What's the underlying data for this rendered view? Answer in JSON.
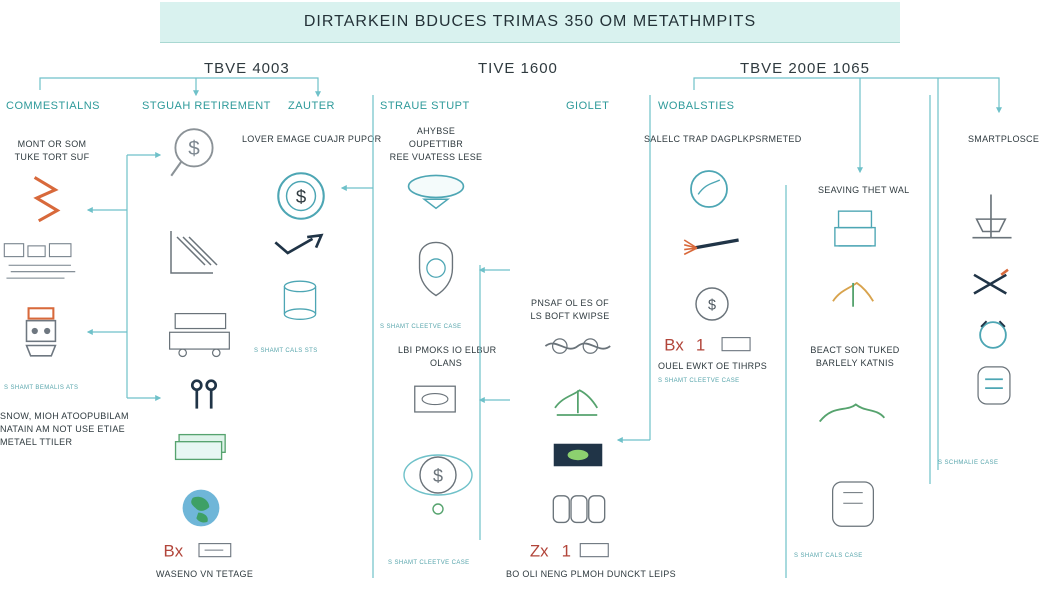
{
  "title": "DIRTARKEIN BDUCES TRIMAS 350 OM METATHMPITS",
  "headers": {
    "left": "TBVE 4003",
    "middle": "TIVE 1600",
    "right": "TBVE 200E 1065"
  },
  "subcolumns": [
    "COMMESTIALNS",
    "STGUAH RETIREMENT",
    "ZAUTER",
    "STRAUE STUPT",
    "GIOLET",
    "WOBALSTIES"
  ],
  "labels": {
    "left_top": [
      "MONT OR SOM",
      "TUKE TORT SUF"
    ],
    "left_bottom": [
      "SNOW, MIOH ATOOPUBILAM",
      "NATAIN AM NOT USE ETIAE",
      "METAEL TTILER"
    ],
    "left_small": "S SHAMT BEMALIS ATS",
    "middle_top": "LOVER EMAGE CUAJR PUPOR",
    "mid_small_1": "S SHAMT CALS STS",
    "middle_note": [
      "AHYBSE",
      "OUPETTIBR",
      "REE VUATESS LESE"
    ],
    "mid_small_2": "S SHAMT CLEETVE CASE",
    "middle_mid": [
      "LBI PMOKS IO ELBUR",
      "OLANS"
    ],
    "mid_small_3": "S SHAMT CLEETVE CASE",
    "center_note": [
      "PNSAF OL ES OF",
      "LS BOFT KWIPSE"
    ],
    "center_bottom": "BO OLI NENG PLMOH DUNCKT LEIPS",
    "left_bottom_caption": "WASENO VN TETAGE",
    "right_top": "SALELC TRAP DAGPLKPSRMETED",
    "right_mid": "OUEL EWKT OE TIHRPS",
    "right_small_1": "S SHAMT CLEETVE CASE",
    "right_saving": "SEAVING THET WAL",
    "right_beact": [
      "BEACT SON TUKED",
      "BARLELY KATNIS"
    ],
    "right_small_2": "S SHAMT CALS CASE",
    "far_right_top": "SMARTPLOSCE",
    "far_right_small": "S SCHMALIE CASE"
  },
  "icons": [
    "dollar-magnifier-icon",
    "dollar-coin-icon",
    "wavy-chart-icon",
    "network-icon",
    "robot-icon",
    "trend-arrow-icon",
    "circuit-icon",
    "cylinder-icon",
    "machine-icon",
    "double-key-icon",
    "bills-icon",
    "globe-icon",
    "bx-tag-icon",
    "oval-ledger-icon",
    "shield-icon",
    "pot-icon",
    "dollar-globe-icon",
    "rope-icon",
    "green-box-icon",
    "stack-icon",
    "bx-tag-icon-2",
    "compass-icon",
    "broom-icon",
    "dollar-circle-icon",
    "bx-tag-icon-3",
    "tower-icon",
    "palm-tree-icon",
    "dragon-icon",
    "capsule-icon",
    "balance-icon",
    "crossed-tools-icon",
    "ring-icon",
    "cauldron-icon"
  ],
  "colors": {
    "banner": "#d9f2ef",
    "line": "#6fc1c9",
    "teal": "#2e9a9a",
    "orange": "#d8693b",
    "green": "#56a36e",
    "navy": "#203447"
  }
}
